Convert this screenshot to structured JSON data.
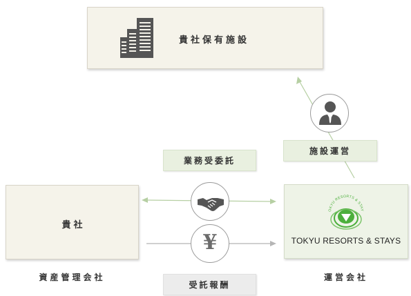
{
  "owner_facility": {
    "label": "貴社保有施設",
    "icon": "building-icon"
  },
  "client": {
    "label": "貴社",
    "caption": "資産管理会社"
  },
  "operator": {
    "brand": "TOKYU RESORTS & STAYS",
    "logo_small_text": "TOKYU RESORTS & STAYS",
    "caption": "運営会社"
  },
  "relations": {
    "consignment": "業務受委託",
    "operation": "施設運営",
    "fee": "受託報酬"
  },
  "icons": {
    "person": "person-icon",
    "handshake": "handshake-icon",
    "yen": "yen-icon",
    "yen_glyph": "¥"
  },
  "colors": {
    "box_fill": "#f5f3ea",
    "operator_fill": "#eef3e7",
    "tag_fill": "#e9f0e0",
    "arrow_green": "#b6cfa3",
    "arrow_gray": "#b5b5b5",
    "logo_green": "#4caf3c"
  }
}
